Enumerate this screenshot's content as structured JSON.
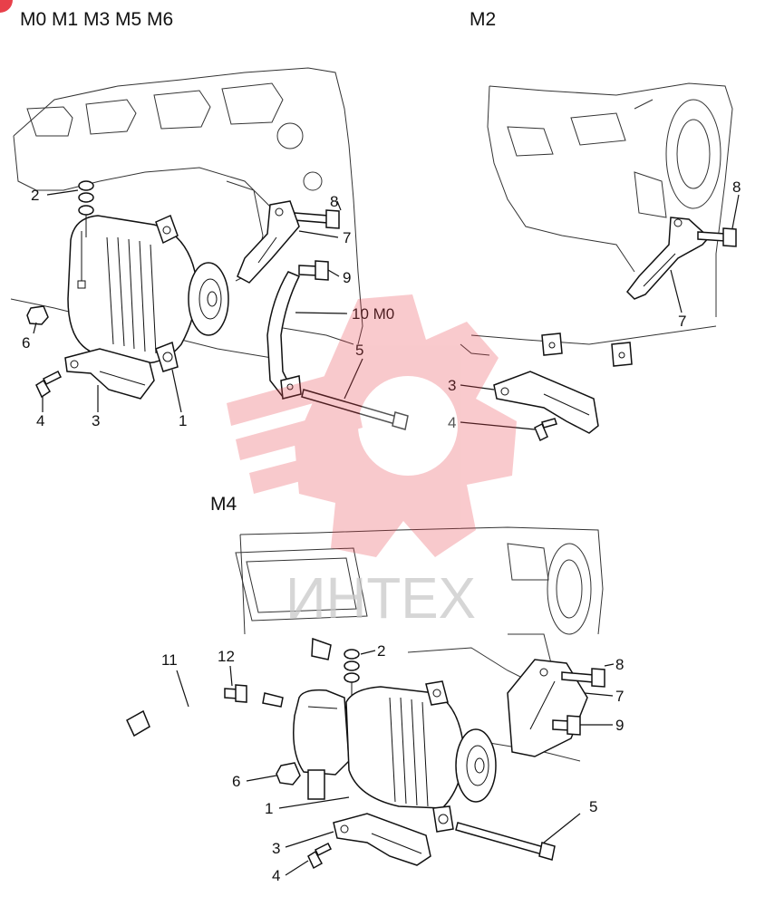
{
  "titles": {
    "top_left": "M0 M1 M3 M5 M6",
    "top_right": "M2",
    "bottom": "M4"
  },
  "labels": {
    "top_left": [
      "2",
      "8",
      "7",
      "9",
      "10 M0",
      "6",
      "5",
      "4",
      "3",
      "1"
    ],
    "top_right": [
      "8",
      "7",
      "3",
      "4"
    ],
    "bottom": [
      "11",
      "12",
      "2",
      "8",
      "7",
      "9",
      "6",
      "1",
      "5",
      "3",
      "4"
    ]
  },
  "watermark": {
    "text": "ИНТЕХ",
    "color": "#e8404a"
  }
}
